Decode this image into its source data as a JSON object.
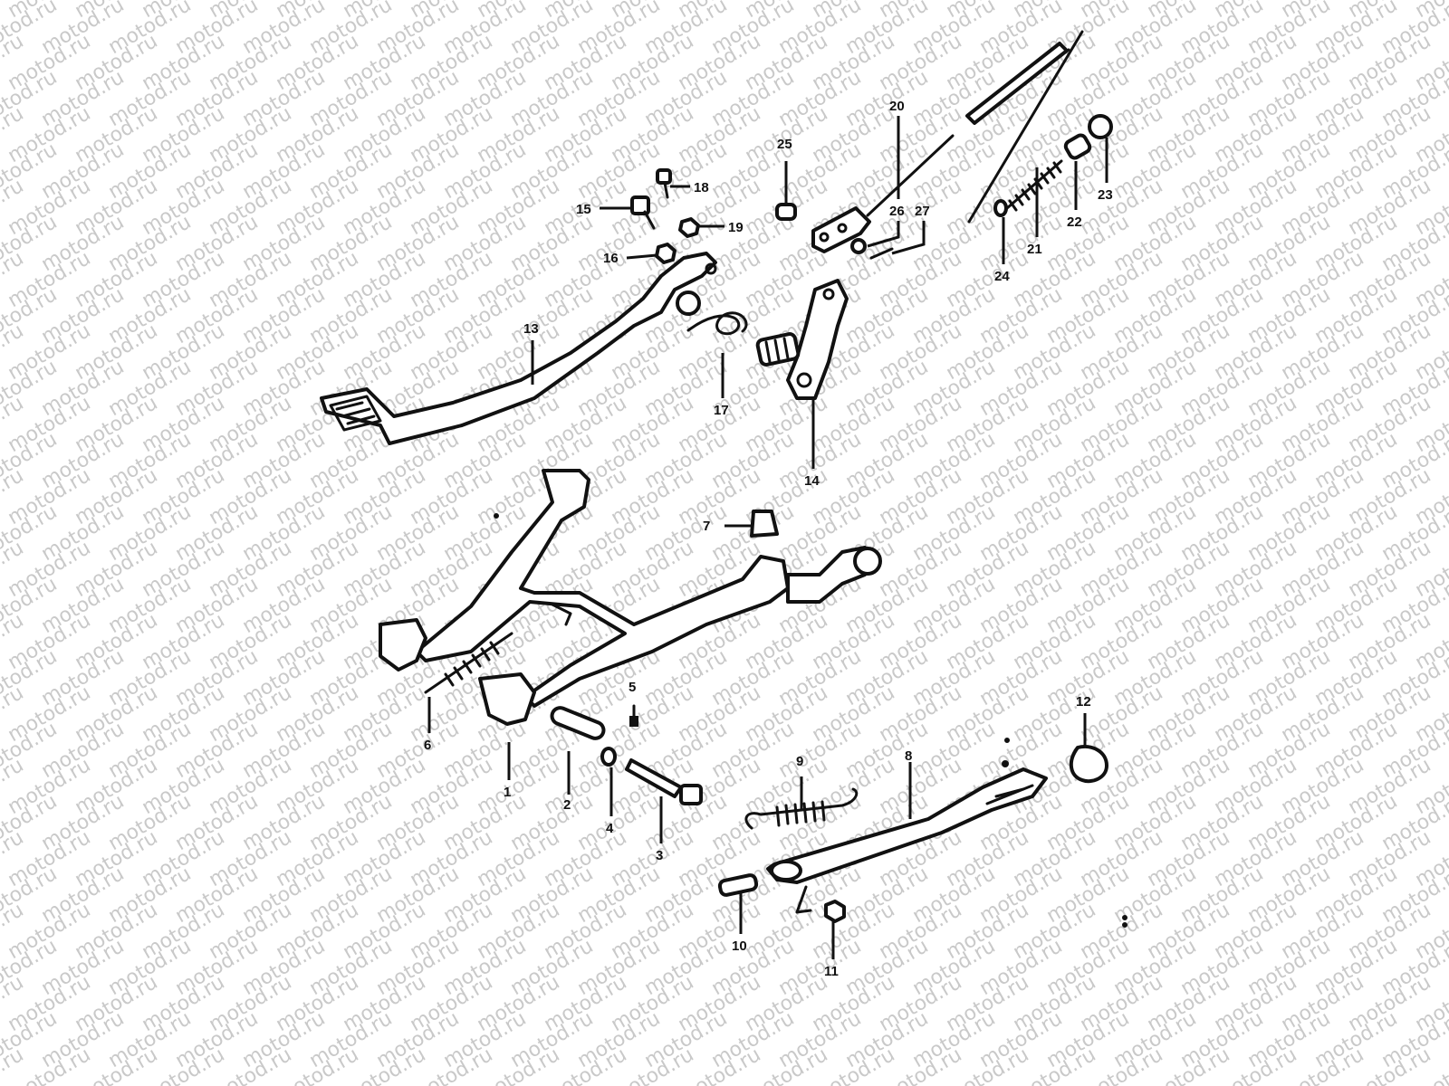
{
  "watermark": "motod.ru",
  "callouts": [
    {
      "id": "1",
      "label": "1"
    },
    {
      "id": "2",
      "label": "2"
    },
    {
      "id": "3",
      "label": "3"
    },
    {
      "id": "4",
      "label": "4"
    },
    {
      "id": "5",
      "label": "5"
    },
    {
      "id": "6",
      "label": "6"
    },
    {
      "id": "7",
      "label": "7"
    },
    {
      "id": "8",
      "label": "8"
    },
    {
      "id": "9",
      "label": "9"
    },
    {
      "id": "10",
      "label": "10"
    },
    {
      "id": "11",
      "label": "11"
    },
    {
      "id": "12",
      "label": "12"
    },
    {
      "id": "13",
      "label": "13"
    },
    {
      "id": "14",
      "label": "14"
    },
    {
      "id": "15",
      "label": "15"
    },
    {
      "id": "16",
      "label": "16"
    },
    {
      "id": "17",
      "label": "17"
    },
    {
      "id": "18",
      "label": "18"
    },
    {
      "id": "19",
      "label": "19"
    },
    {
      "id": "20",
      "label": "20"
    },
    {
      "id": "21",
      "label": "21"
    },
    {
      "id": "22",
      "label": "22"
    },
    {
      "id": "23",
      "label": "23"
    },
    {
      "id": "24",
      "label": "24"
    },
    {
      "id": "25",
      "label": "25"
    },
    {
      "id": "26",
      "label": "26"
    },
    {
      "id": "27",
      "label": "27"
    }
  ]
}
